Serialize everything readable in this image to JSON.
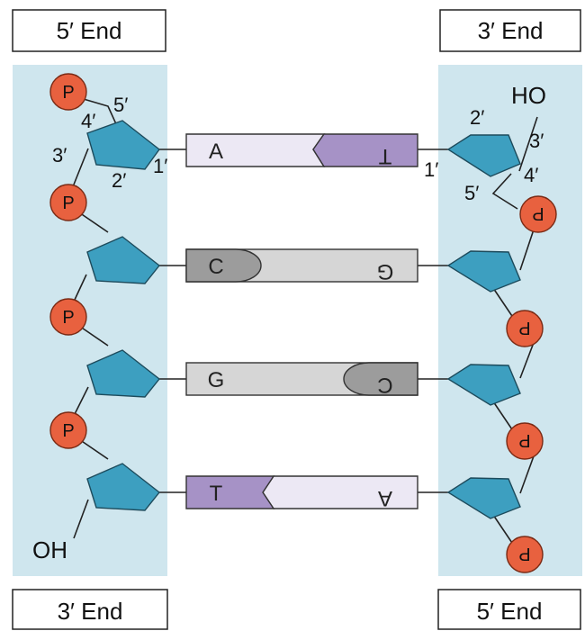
{
  "end_labels": {
    "top_left": "5′ End",
    "top_right": "3′ End",
    "bottom_left": "3′ End",
    "bottom_right": "5′ End"
  },
  "left_strand": {
    "phosphate_label": "P",
    "carbon_labels": [
      "5′",
      "4′",
      "3′",
      "2′",
      "1′"
    ],
    "terminal_label": "OH"
  },
  "right_strand": {
    "phosphate_label": "P",
    "carbon_labels": [
      "2′",
      "3′",
      "4′",
      "5′",
      "1′"
    ],
    "terminal_label": "HO"
  },
  "base_pairs": [
    {
      "left": "A",
      "right": "T"
    },
    {
      "left": "C",
      "right": "G"
    },
    {
      "left": "G",
      "right": "C"
    },
    {
      "left": "T",
      "right": "A"
    }
  ],
  "colors": {
    "strand_background": "#cfe6ee",
    "sugar": "#3d9fc0",
    "phosphate": "#e8613f",
    "adenine": "#ece8f4",
    "thymine": "#a692c6",
    "cytosine": "#9c9c9c",
    "guanine": "#d6d6d6"
  }
}
